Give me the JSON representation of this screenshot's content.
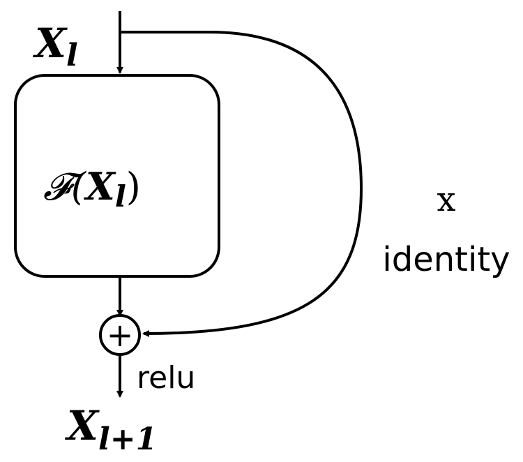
{
  "diagram": {
    "input": {
      "base": "X",
      "subscript": "l"
    },
    "block": {
      "prefix": "𝓕(",
      "base": "X",
      "subscript": "l",
      "suffix": ")"
    },
    "sum_symbol": "+",
    "activation": "relu",
    "shortcut": {
      "symbol": "x",
      "label": "identity"
    },
    "output": {
      "base": "X",
      "subscript": "l+1"
    }
  }
}
